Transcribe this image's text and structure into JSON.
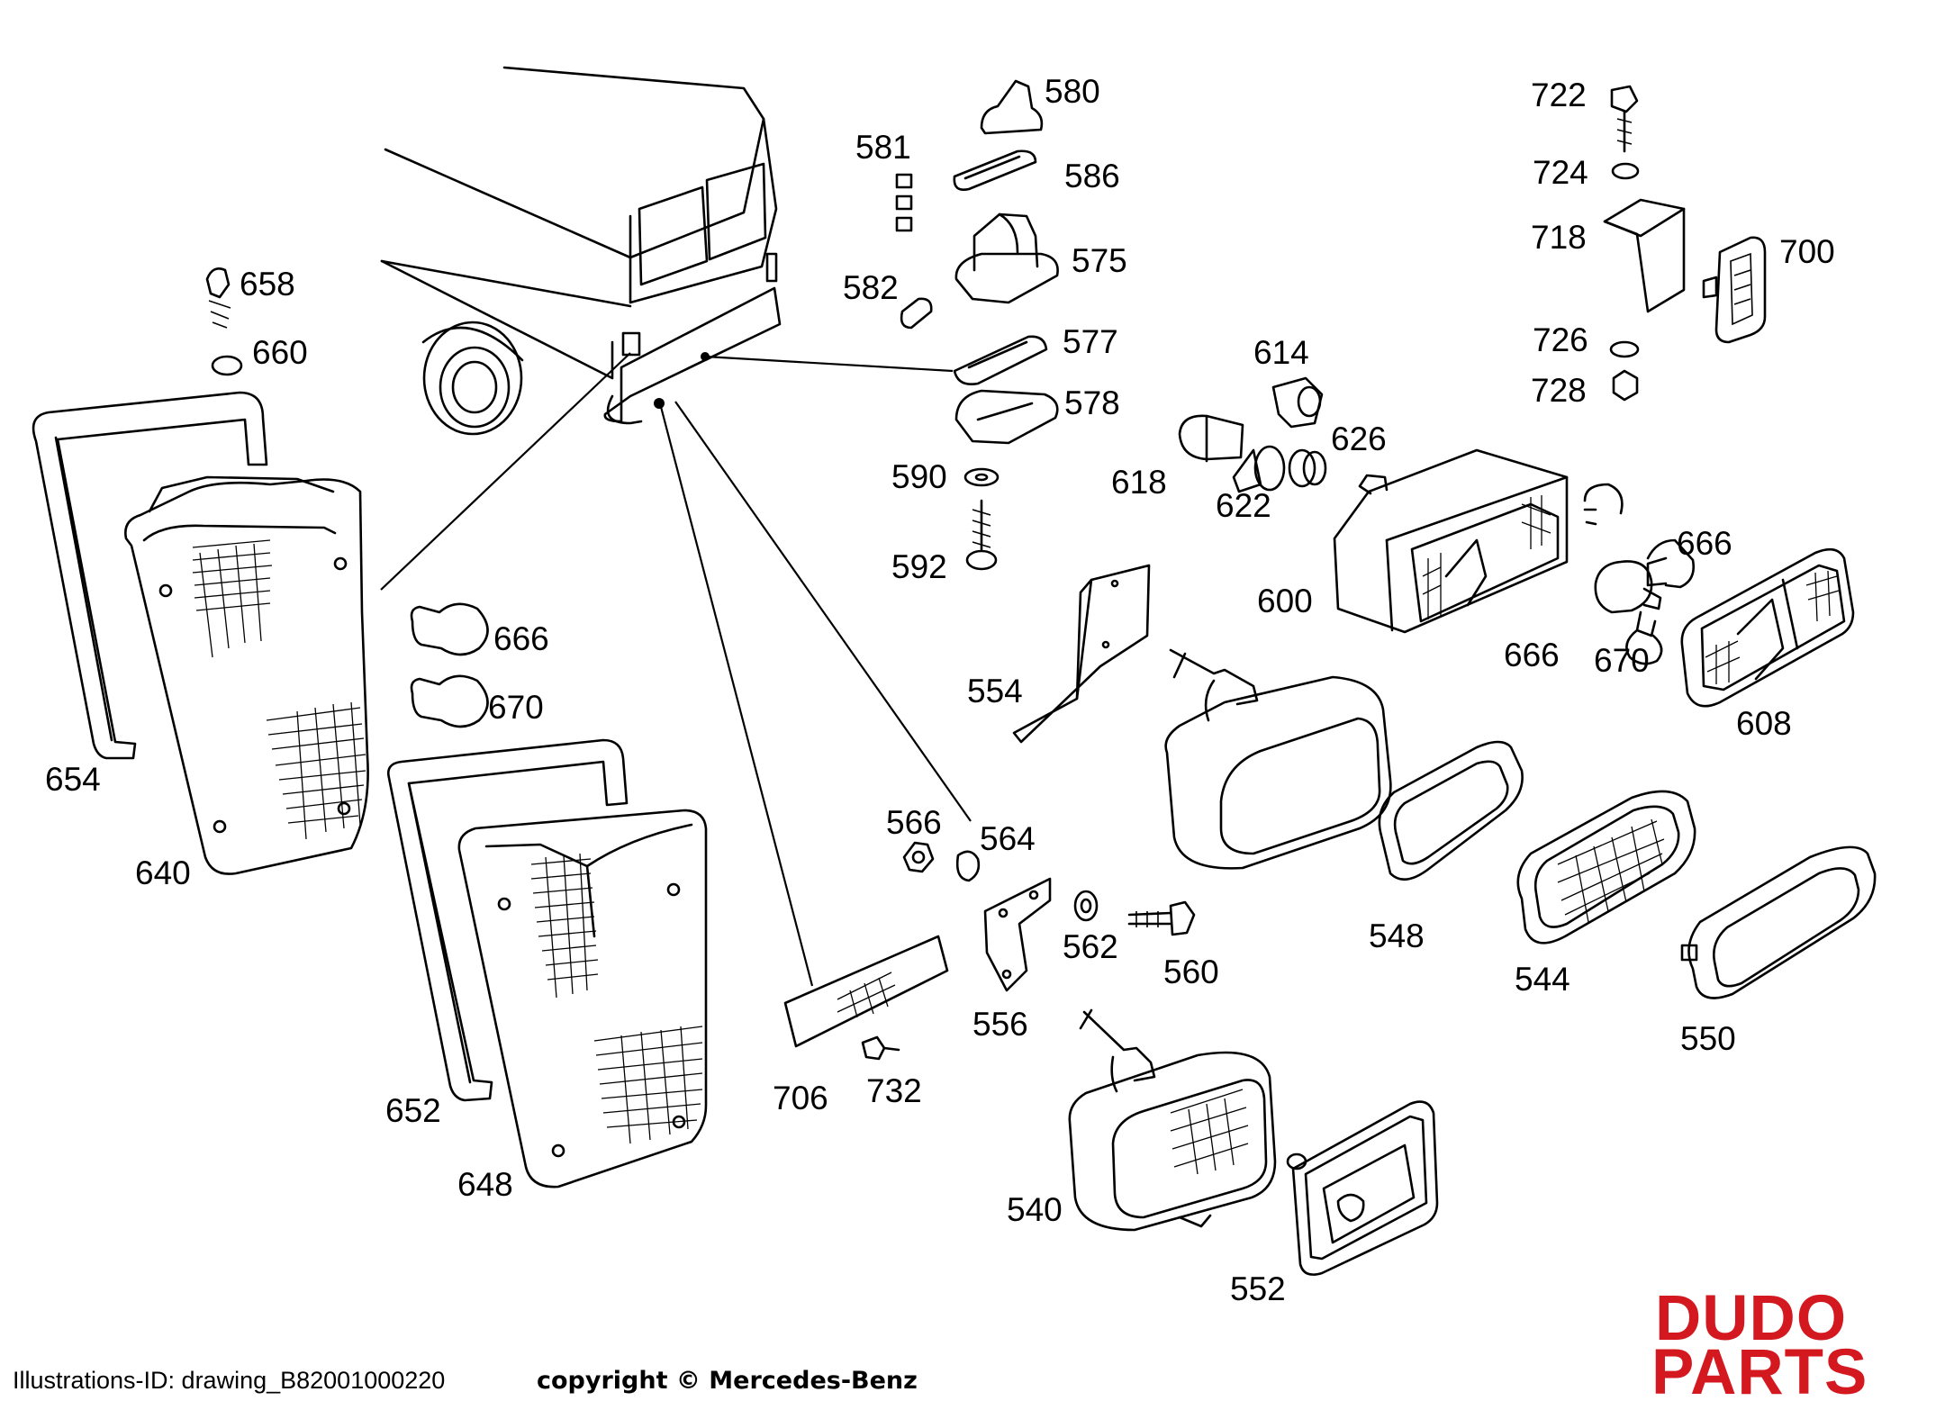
{
  "callouts": {
    "c580": "580",
    "c581": "581",
    "c586": "586",
    "c575": "575",
    "c582": "582",
    "c577": "577",
    "c578": "578",
    "c590": "590",
    "c592": "592",
    "c722": "722",
    "c724": "724",
    "c718": "718",
    "c700": "700",
    "c726": "726",
    "c728": "728",
    "c614": "614",
    "c626": "626",
    "c618": "618",
    "c622": "622",
    "c600": "600",
    "c666a": "666",
    "c666b": "666",
    "c670a": "670",
    "c608": "608",
    "c658": "658",
    "c660": "660",
    "c654": "654",
    "c640": "640",
    "c666c": "666",
    "c670b": "670",
    "c652": "652",
    "c648": "648",
    "c554": "554",
    "c566": "566",
    "c564": "564",
    "c562": "562",
    "c560": "560",
    "c556": "556",
    "c706": "706",
    "c732": "732",
    "c548": "548",
    "c544": "544",
    "c550": "550",
    "c540": "540",
    "c552": "552"
  },
  "footer": {
    "illustration_id": "Illustrations-ID: drawing_B82001000220",
    "copyright": "copyright © Mercedes-Benz"
  },
  "logo": {
    "line1": "DUDO",
    "line2": "PARTS",
    "color": "#d4181f"
  }
}
